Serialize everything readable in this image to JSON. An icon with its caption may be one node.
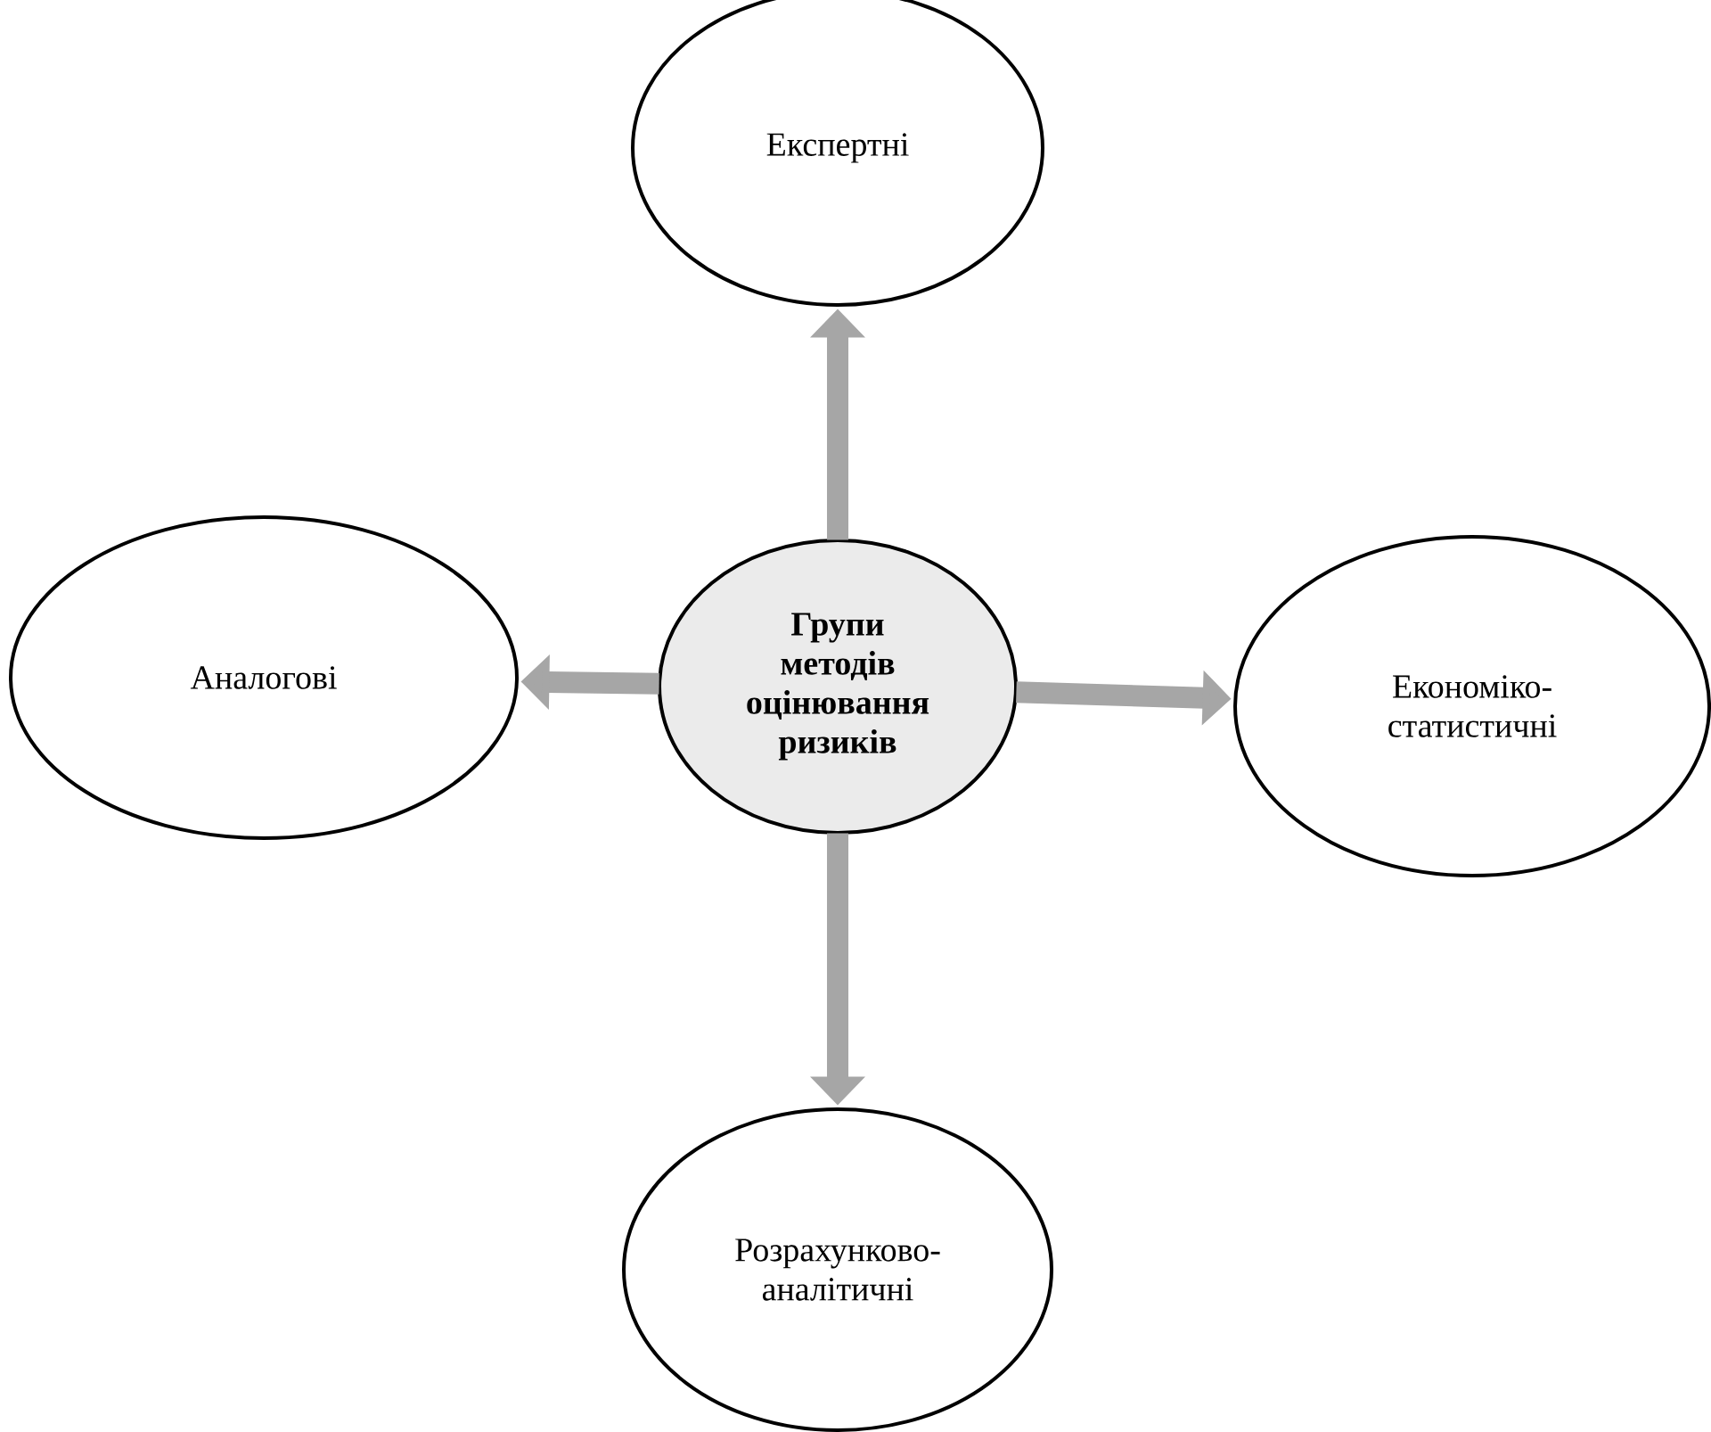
{
  "diagram": {
    "nodes": [
      {
        "text": [
          "Експертні"
        ]
      },
      {
        "text": [
          "Аналогові"
        ]
      },
      {
        "text": [
          "Групи методів оцінювання ризиків"
        ]
      },
      {
        "text": [
          "Економіко-статистичні"
        ]
      },
      {
        "text": [
          "Розрахунково-аналітичні"
        ]
      }
    ],
    "edges": [
      {
        "from": 2,
        "to": 0,
        "arrow": "to"
      },
      {
        "from": 2,
        "to": 1,
        "arrow": "to"
      },
      {
        "from": 2,
        "to": 3,
        "arrow": "to"
      },
      {
        "from": 2,
        "to": 4,
        "arrow": "to"
      }
    ]
  }
}
